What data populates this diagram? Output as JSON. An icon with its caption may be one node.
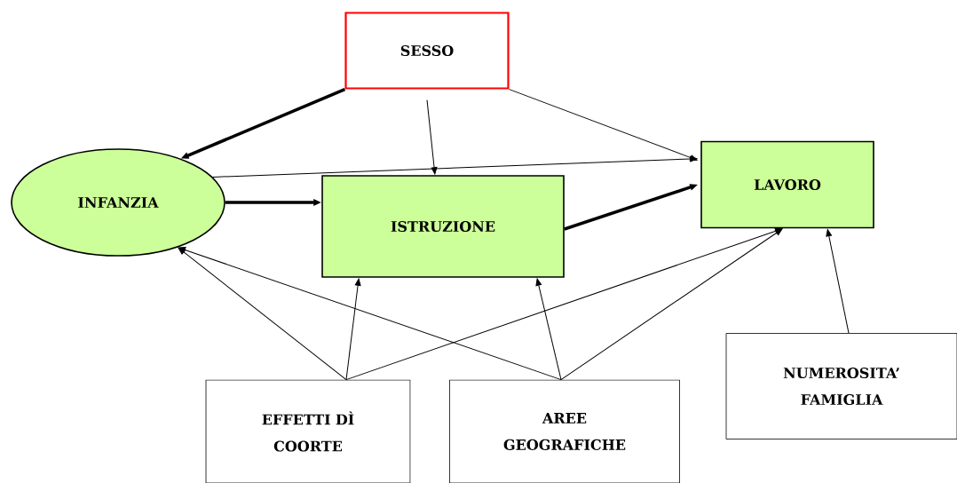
{
  "diagram": {
    "nodes": [
      {
        "text": [
          "SESSO"
        ]
      },
      {
        "text": [
          "INFANZIA"
        ]
      },
      {
        "text": [
          "ISTRUZIONE"
        ]
      },
      {
        "text": [
          "LAVORO"
        ]
      },
      {
        "text": [
          "EFFETTI DÌ COORTE"
        ]
      },
      {
        "text": [
          "AREE GEOGRAFICHE"
        ]
      },
      {
        "text": [
          "NUMEROSITA’ FAMIGLIA"
        ]
      }
    ],
    "edges": [
      {
        "from": 0,
        "to": 1,
        "arrow": "to",
        "style": "thick"
      },
      {
        "from": 0,
        "to": 2,
        "arrow": "to"
      },
      {
        "from": 0,
        "to": 3,
        "arrow": "to"
      },
      {
        "from": 1,
        "to": 3,
        "arrow": "to"
      },
      {
        "from": 1,
        "to": 2,
        "arrow": "to",
        "style": "thick"
      },
      {
        "from": 2,
        "to": 3,
        "arrow": "to",
        "style": "thick"
      },
      {
        "from": 4,
        "to": 1,
        "arrow": "to"
      },
      {
        "from": 4,
        "to": 2,
        "arrow": "to"
      },
      {
        "from": 4,
        "to": 3,
        "arrow": "to"
      },
      {
        "from": 5,
        "to": 1,
        "arrow": "to"
      },
      {
        "from": 5,
        "to": 2,
        "arrow": "to"
      },
      {
        "from": 5,
        "to": 3,
        "arrow": "to"
      },
      {
        "from": 6,
        "to": 3,
        "arrow": "to"
      }
    ]
  }
}
